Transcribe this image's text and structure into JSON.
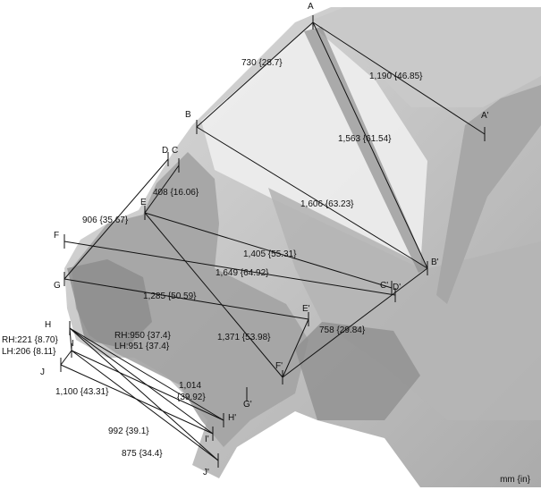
{
  "diagram": {
    "unit_label": "mm {in}",
    "points": [
      {
        "id": "A",
        "label": "A"
      },
      {
        "id": "A2",
        "label": "A'"
      },
      {
        "id": "B",
        "label": "B"
      },
      {
        "id": "B2",
        "label": "B'"
      },
      {
        "id": "C",
        "label": "C"
      },
      {
        "id": "C2",
        "label": "C'"
      },
      {
        "id": "D",
        "label": "D"
      },
      {
        "id": "D2",
        "label": "D'"
      },
      {
        "id": "E",
        "label": "E"
      },
      {
        "id": "E2",
        "label": "E'"
      },
      {
        "id": "F",
        "label": "F"
      },
      {
        "id": "F2",
        "label": "F'"
      },
      {
        "id": "G",
        "label": "G"
      },
      {
        "id": "G2",
        "label": "G'"
      },
      {
        "id": "H",
        "label": "H"
      },
      {
        "id": "H2",
        "label": "H'"
      },
      {
        "id": "I",
        "label": "I"
      },
      {
        "id": "I2",
        "label": "I'"
      },
      {
        "id": "J",
        "label": "J"
      },
      {
        "id": "J2",
        "label": "J'"
      }
    ],
    "dimensions": [
      {
        "id": "AB",
        "text": "730 {28.7}"
      },
      {
        "id": "AA2",
        "text": "1,190 {46.85}"
      },
      {
        "id": "AB2",
        "text": "1,563 {61.54}"
      },
      {
        "id": "BB2",
        "text": "1,606 {63.23}"
      },
      {
        "id": "CE",
        "text": "408 {16.06}"
      },
      {
        "id": "DG",
        "text": "906 {35.67}"
      },
      {
        "id": "EC2",
        "text": "1,405 {55.31}"
      },
      {
        "id": "FD2",
        "text": "1,649 {64.92}"
      },
      {
        "id": "GE2",
        "text": "1,285 {50.59}"
      },
      {
        "id": "EF2",
        "text": "1,371 {53.98}"
      },
      {
        "id": "E2F2",
        "text": "758 {29.84}"
      },
      {
        "id": "HI_RH",
        "text": "RH:221 {8.70}"
      },
      {
        "id": "HI_LH",
        "text": "LH:206 {8.11}"
      },
      {
        "id": "HJ2_RH",
        "text": "RH:950 {37.4}"
      },
      {
        "id": "HJ2_LH",
        "text": "LH:951 {37.4}"
      },
      {
        "id": "HH2_a",
        "text": "1,014"
      },
      {
        "id": "HH2_b",
        "text": "{39.92}"
      },
      {
        "id": "JI2",
        "text": "1,100 {43.31}"
      },
      {
        "id": "IJ2",
        "text": "992 {39.1}"
      },
      {
        "id": "IH2",
        "text": "875 {34.4}"
      }
    ]
  }
}
